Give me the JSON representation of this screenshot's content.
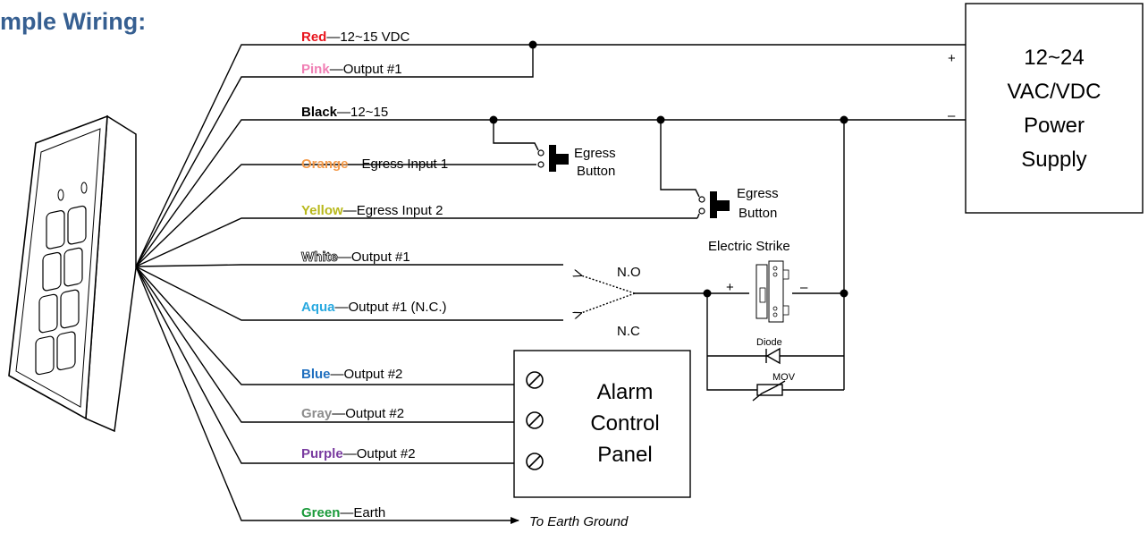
{
  "title": "mple Wiring:",
  "colors": {
    "title": "#365f91",
    "red": "#e8141c",
    "pink": "#f07fb4",
    "black": "#000000",
    "orange": "#f39a4a",
    "yellow": "#b8b81a",
    "white": "#ffffff",
    "aqua": "#29a9e0",
    "blue": "#1f6fbf",
    "gray": "#8c8c8c",
    "purple": "#7a3ca0",
    "green": "#1a9a3a"
  },
  "wires": [
    {
      "name": "Red",
      "desc": "12~15 VDC"
    },
    {
      "name": "Pink",
      "desc": "Output #1"
    },
    {
      "name": "Black",
      "desc": "12~15"
    },
    {
      "name": "Orange",
      "desc": "Egress Input 1"
    },
    {
      "name": "Yellow",
      "desc": "Egress Input 2"
    },
    {
      "name": "White",
      "desc": "Output #1"
    },
    {
      "name": "Aqua",
      "desc": "Output #1 (N.C.)"
    },
    {
      "name": "Blue",
      "desc": "Output #2"
    },
    {
      "name": "Gray",
      "desc": "Output #2"
    },
    {
      "name": "Purple",
      "desc": "Output #2"
    },
    {
      "name": "Green",
      "desc": "Earth"
    }
  ],
  "dash": "—",
  "power_supply": {
    "line1": "12~24",
    "line2": "VAC/VDC",
    "line3": "Power",
    "line4": "Supply",
    "plus": "+",
    "minus": "–"
  },
  "egress1": {
    "line1": "Egress",
    "line2": "Button"
  },
  "egress2": {
    "line1": "Egress",
    "line2": "Button"
  },
  "electric_strike": {
    "label": "Electric Strike",
    "plus": "+",
    "minus": "–"
  },
  "relay": {
    "no": "N.O",
    "nc": "N.C"
  },
  "diode_label": "Diode",
  "mov_label": "MOV",
  "alarm_panel": {
    "line1": "Alarm",
    "line2": "Control",
    "line3": "Panel"
  },
  "earth_label": "To Earth Ground"
}
